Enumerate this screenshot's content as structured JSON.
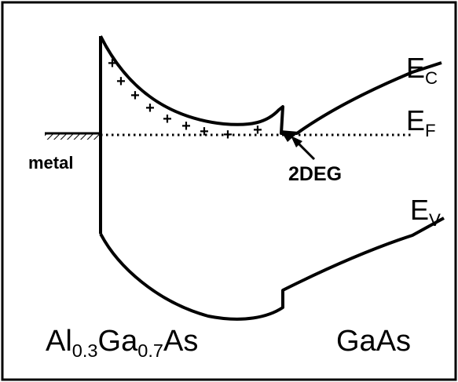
{
  "labels": {
    "ec_main": "E",
    "ec_sub": "C",
    "ef_main": "E",
    "ef_sub": "F",
    "ev_main": "E",
    "ev_sub": "V",
    "metal": "metal",
    "twodeg": "2DEG",
    "algaas_al": "Al",
    "algaas_x1": "0.3",
    "algaas_ga": "Ga",
    "algaas_x2": "0.7",
    "algaas_as": "As",
    "gaas": "GaAs"
  },
  "colors": {
    "ink": "#000000",
    "background": "#ffffff"
  },
  "symbols": {
    "ionized_donor": "+"
  }
}
